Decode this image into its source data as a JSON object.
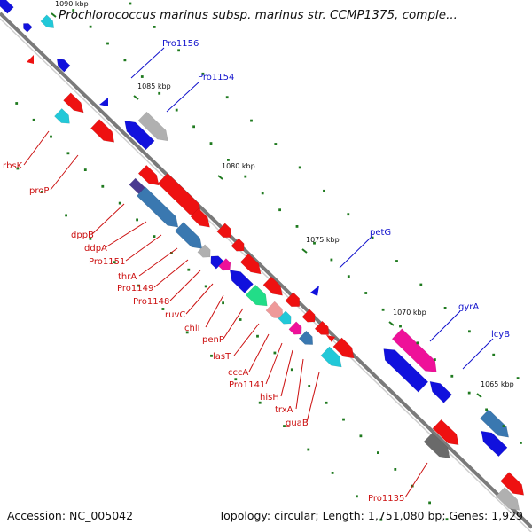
{
  "title": "Prochlorococcus marinus subsp. marinus str. CCMP1375, comple...",
  "accession_text": "Accession: NC_005042",
  "summary_text": "Topology: circular; Length: 1,751,080 bp; Genes: 1,929",
  "colors": {
    "backbone": "#7a7a7a",
    "forward_gene": "#ee1111",
    "reverse_gene": "#1111dd",
    "dotted_track": "#1f7a1f",
    "forward_label": "#cc1111",
    "reverse_label": "#1111cc",
    "rna_gene": "#22c8d8",
    "pseudo_gene": "#b0b0b0",
    "other_gene": "#3a78b0"
  },
  "ticks": [
    "1090 kbp",
    "1085 kbp",
    "1080 kbp",
    "1075 kbp",
    "1070 kbp",
    "1065 kbp"
  ],
  "reverse_labels": [
    "Pro1156",
    "Pro1154",
    "petG",
    "gyrA",
    "lcyB"
  ],
  "forward_labels": [
    "rbsK",
    "proP",
    "dppB",
    "ddpA",
    "Pro1151",
    "thrA",
    "Pro1149",
    "Pro1148",
    "ruvC",
    "chlI",
    "penP",
    "lasT",
    "cccA",
    "Pro1141",
    "hisH",
    "trxA",
    "guaB",
    "Pro1135"
  ]
}
